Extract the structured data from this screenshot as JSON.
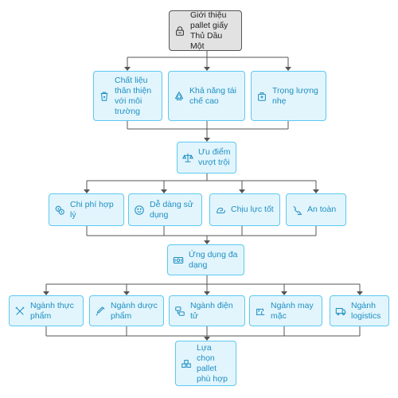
{
  "colors": {
    "node_fill": "#e2f5fd",
    "node_border": "#5cc9f1",
    "node_text": "#1f8fc2",
    "root_fill": "#e2e2e2",
    "root_border": "#555555",
    "edge": "#555555"
  },
  "root": {
    "label": "Giới thiệu pallet giấy Thủ Dầu Một",
    "icon": "pallet-lock-icon"
  },
  "features": [
    {
      "label": "Chất liệu thân thiện với môi trường",
      "icon": "recycle-bin-icon"
    },
    {
      "label": "Khả năng tái chế cao",
      "icon": "recycle-icon"
    },
    {
      "label": "Trọng lượng nhẹ",
      "icon": "weight-icon"
    }
  ],
  "advantages_hub": {
    "label": "Ưu điểm vượt trội",
    "icon": "scale-icon"
  },
  "advantages": [
    {
      "label": "Chi phí hợp lý",
      "icon": "cost-icon"
    },
    {
      "label": "Dễ dàng sử dụng",
      "icon": "smile-icon"
    },
    {
      "label": "Chịu lực tốt",
      "icon": "strength-icon"
    },
    {
      "label": "An toàn",
      "icon": "emergency-phone-icon"
    }
  ],
  "applications_hub": {
    "label": "Ứng dụng đa dạng",
    "icon": "money-icon"
  },
  "industries": [
    {
      "label": "Ngành thực phẩm",
      "icon": "utensils-icon"
    },
    {
      "label": "Ngành dược phẩm",
      "icon": "syringe-icon"
    },
    {
      "label": "Ngành điện tử",
      "icon": "electronics-icon"
    },
    {
      "label": "Ngành may mặc",
      "icon": "sewing-icon"
    },
    {
      "label": "Ngành logistics",
      "icon": "truck-icon"
    }
  ],
  "conclusion": {
    "label": "Lựa chọn pallet phù hợp",
    "icon": "boxes-icon"
  }
}
